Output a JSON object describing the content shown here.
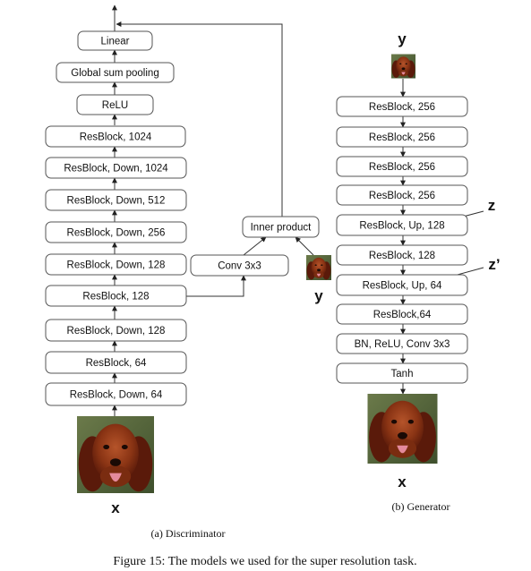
{
  "discriminator": {
    "blocks": [
      "Linear",
      "Global sum pooling",
      "ReLU",
      "ResBlock, 1024",
      "ResBlock, Down, 1024",
      "ResBlock, Down, 512",
      "ResBlock, Down, 256",
      "ResBlock, Down, 128",
      "ResBlock, 128",
      "ResBlock, Down, 128",
      "ResBlock, 64",
      "ResBlock, Down, 64"
    ],
    "conv_label": "Conv 3x3",
    "inner_product_label": "Inner product",
    "y_label": "y",
    "x_label": "x",
    "caption": "(a)  Discriminator"
  },
  "generator": {
    "y_label": "y",
    "blocks": [
      "ResBlock, 256",
      "ResBlock, 256",
      "ResBlock, 256",
      "ResBlock, 256",
      "ResBlock, Up, 128",
      "ResBlock, 128",
      "ResBlock, Up, 64",
      "ResBlock,64",
      "BN, ReLU, Conv 3x3",
      "Tanh"
    ],
    "z_label": "z",
    "z_prime_label": "z’",
    "x_label": "x",
    "caption": "(b)  Generator"
  },
  "figure_caption": "Figure 15: The models we used for the super resolution task.",
  "colors": {
    "fur_dark": "#5a1a0a",
    "fur_mid": "#8a3414",
    "fur_light": "#b5542a",
    "tongue": "#e48a9c",
    "background_green": "#4f6a3a"
  }
}
